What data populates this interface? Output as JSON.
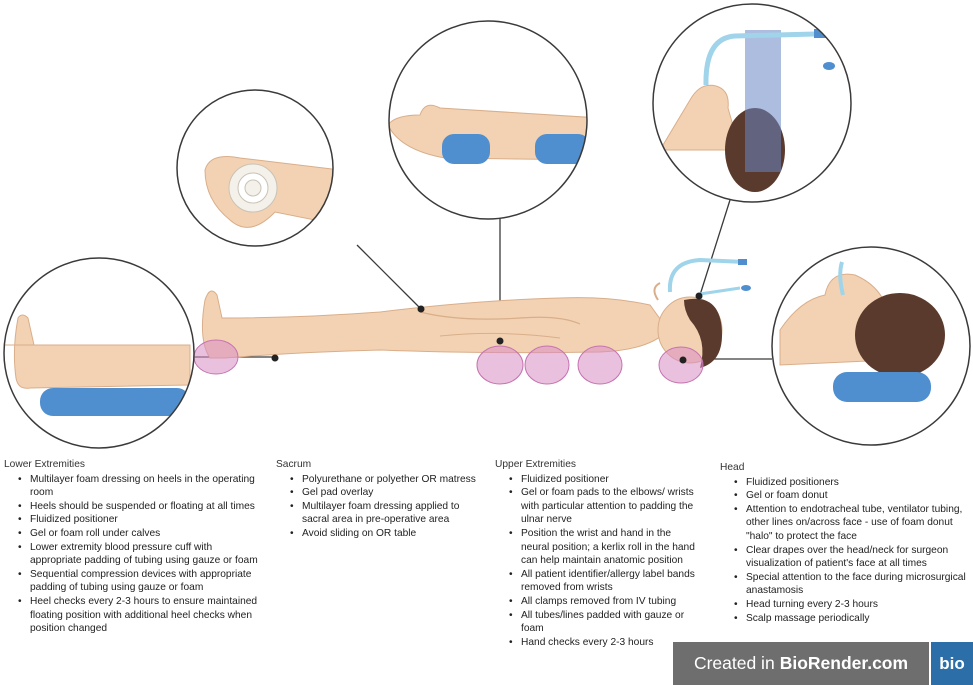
{
  "sections": {
    "lower": {
      "title": "Lower Extremities",
      "items": [
        "Multilayer foam dressing on heels in the operating room",
        "Heels should be suspended or floating at all times",
        "Fluidized positioner",
        "Gel or foam roll under calves",
        "Lower extremity blood pressure cuff with appropriate padding of tubing using gauze or foam",
        "Sequential compression devices with appropriate padding of tubing using gauze or foam",
        "Heel checks every 2-3 hours to ensure maintained floating position with additional heel checks when position changed"
      ]
    },
    "sacrum": {
      "title": "Sacrum",
      "items": [
        "Polyurethane or polyether OR matress",
        "Gel pad overlay",
        "Multilayer foam dressing applied to sacral area in pre-operative area",
        "Avoid sliding on OR table"
      ]
    },
    "upper": {
      "title": "Upper Extremities",
      "items": [
        "Fluidized positioner",
        "Gel or foam pads to the elbows/ wrists with particular attention to padding the ulnar nerve",
        "Position the wrist and hand in the neural position; a kerlix roll in the hand can help maintain anatomic position",
        "All patient identifier/allergy label bands removed from wrists",
        "All clamps removed from IV tubing",
        "All tubes/lines padded with gauze or foam",
        "Hand checks every 2-3 hours"
      ]
    },
    "head": {
      "title": "Head",
      "items": [
        "Fluidized positioners",
        "Gel or foam donut",
        "Attention to endotracheal tube, ventilator tubing, other lines on/across face - use of foam donut \"halo\" to protect the face",
        "Clear drapes over the head/neck for surgeon visualization of patient's face at all times",
        "Special attention to the face during microsurgical anastamosis",
        "Head turning every  2-3 hours",
        "Scalp massage periodically"
      ]
    }
  },
  "badge": {
    "prefix": "Created in",
    "brand": "BioRender.com",
    "logo": "bio"
  },
  "colors": {
    "skin": "#f3d2b3",
    "skin_shade": "#e3b893",
    "pad": "#4f8fd0",
    "pressure": "#d98cc4",
    "hair": "#5a3a2c",
    "tube": "#9fd4ea",
    "circle": "#3a3a3a"
  }
}
